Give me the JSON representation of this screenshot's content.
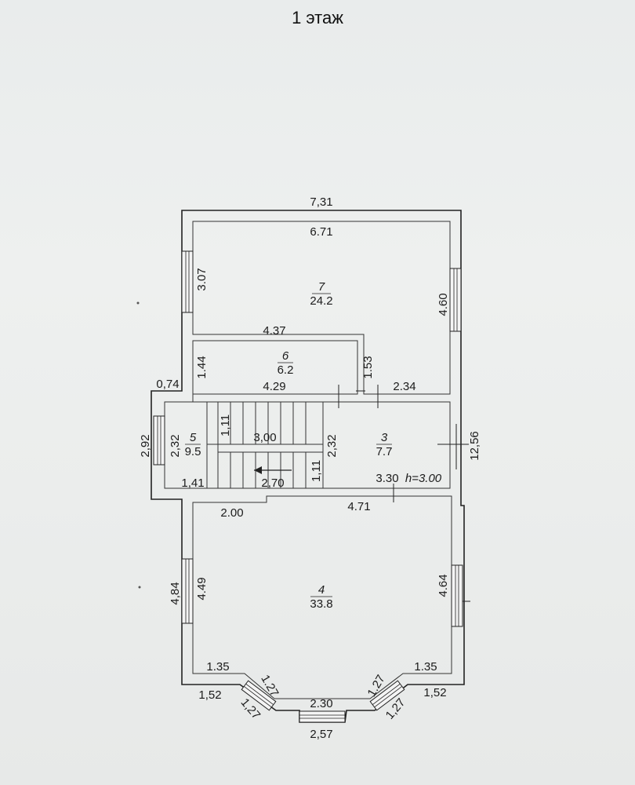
{
  "title": "1 этаж",
  "rooms": [
    {
      "number": "7",
      "area": "24.2"
    },
    {
      "number": "6",
      "area": "6.2"
    },
    {
      "number": "5",
      "area": "9.5"
    },
    {
      "number": "3",
      "area": "7.7"
    },
    {
      "number": "4",
      "area": "33.8"
    }
  ],
  "dimensions": {
    "top_outer": "7,31",
    "top_inner": "6.71",
    "room7_left": "3.07",
    "room7_right": "4.60",
    "room6_top": "4.37",
    "room6_left": "1.44",
    "room6_right": "1.53",
    "room6_bottom": "4.29",
    "corridor_top": "2.34",
    "left_step": "0,74",
    "room5_outer_left": "2,92",
    "room5_left": "2,32",
    "stair_top_upper": "1,11",
    "stair_length": "3,00",
    "stair_mid": "2,32",
    "room5_bottom": "1,41",
    "stair_bottom": "2,70",
    "stair_top_lower": "1,11",
    "room3_width": "3.30",
    "height": "h=3.00",
    "overall_right": "12,56",
    "room4_top_left": "2.00",
    "room4_top_right": "4.71",
    "room4_outer_left": "4,84",
    "room4_left": "4.49",
    "room4_right": "4.64",
    "bay_left_wall": "1.35",
    "bay_right_wall": "1.35",
    "bay_left_outer": "1,52",
    "bay_right_outer": "1,52",
    "bay_left_diag_inner": "1.27",
    "bay_left_diag_outer": "1,27",
    "bay_right_diag_inner": "1.27",
    "bay_right_diag_outer": "1,27",
    "bay_front_inner": "2.30",
    "bay_front_outer": "2,57"
  }
}
